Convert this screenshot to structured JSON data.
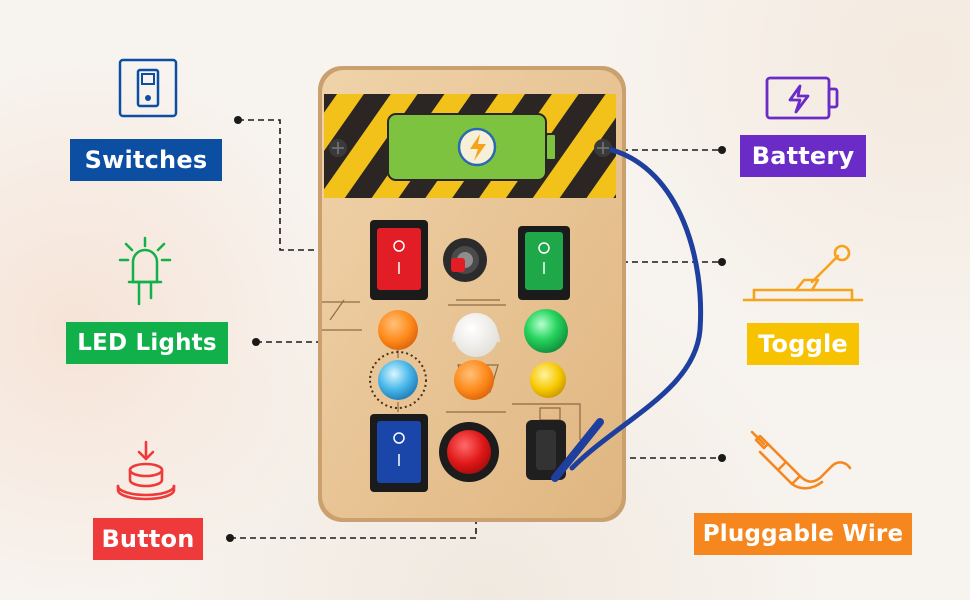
{
  "labels": {
    "switches": "Switches",
    "led_lights": "LED Lights",
    "button": "Button",
    "battery": "Battery",
    "toggle": "Toggle",
    "pluggable_wire": "Pluggable Wire"
  },
  "colors": {
    "switches": "#0b4ea2",
    "led_lights": "#12b04a",
    "button": "#ee3a3a",
    "battery": "#6a2bc7",
    "toggle": "#f7c300",
    "pluggable_wire": "#f6871f",
    "wood": "#e8c79b",
    "hazard_yellow": "#f2c21b",
    "hazard_black": "#2b2623",
    "wire_blue": "#1f3f9e"
  },
  "icons": {
    "switches": "light-switch-icon",
    "led_lights": "led-bulb-icon",
    "button": "push-button-icon",
    "battery": "battery-icon",
    "toggle": "toggle-lever-icon",
    "pluggable_wire": "audio-jack-icon"
  }
}
